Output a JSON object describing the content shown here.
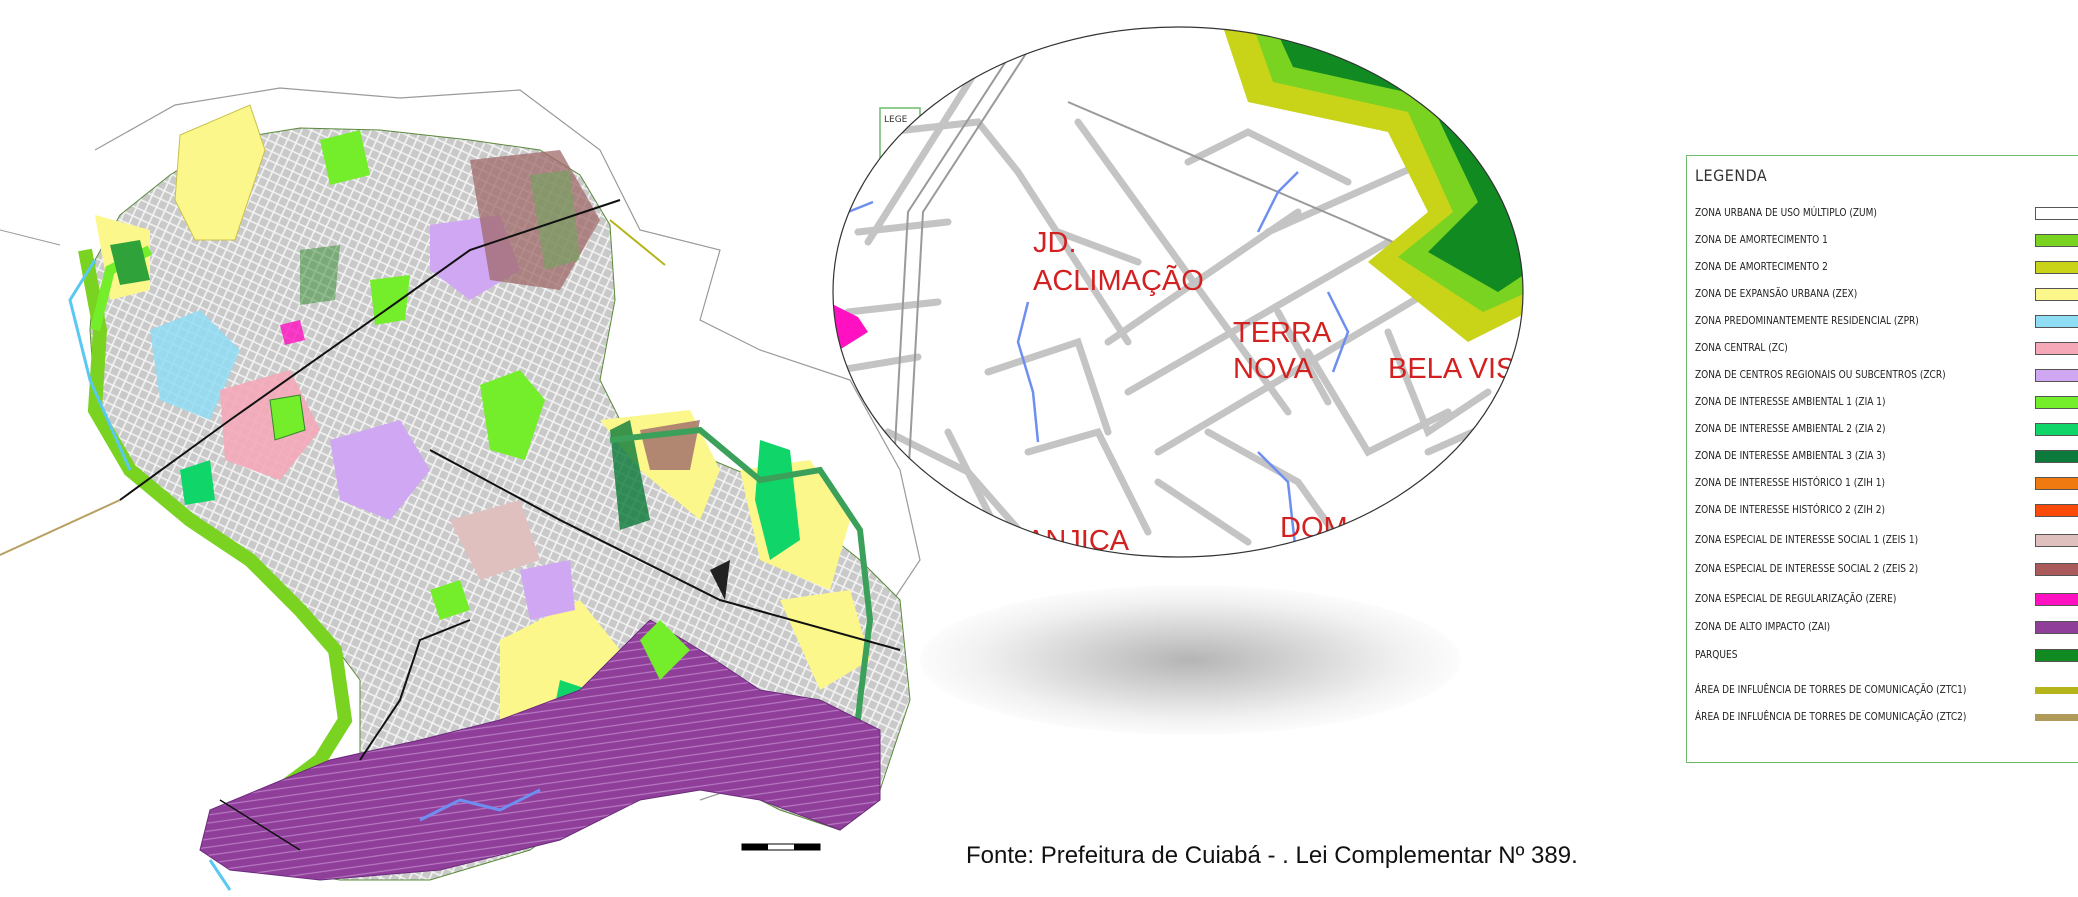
{
  "colors": {
    "zum": "#ffffff",
    "amort1": "#7ad321",
    "amort2": "#c9d318",
    "zex": "#fbf78a",
    "zpr": "#8fdcf5",
    "zc": "#f4a8b8",
    "zcr": "#cfa7f3",
    "zia1": "#74ee2a",
    "zia2": "#10d66a",
    "zia3": "#0b7a3a",
    "zih1": "#f07a10",
    "zih2": "#fa4a0a",
    "zeis1": "#e0bfbf",
    "zeis2": "#aa5a5a",
    "zere": "#ff10c0",
    "zai": "#8f3f9a",
    "parques": "#118a22",
    "ztc1": "#b5b41a",
    "ztc2": "#b09a5a",
    "river": "#6e8ff0",
    "label_red": "#d32121"
  },
  "zoom": {
    "labels": [
      "JD.",
      "ACLIMAÇÃO",
      "TERRA",
      "NOVA",
      "BELA VIS",
      "ANJICA",
      "DOM"
    ]
  },
  "inset_legend_label": "LEGE",
  "legend": {
    "title": "LEGENDA",
    "items": [
      {
        "label": "ZONA URBANA DE USO MÚLTIPLO (ZUM)",
        "color": "zum"
      },
      {
        "label": "ZONA DE AMORTECIMENTO 1",
        "color": "amort1"
      },
      {
        "label": "ZONA DE AMORTECIMENTO 2",
        "color": "amort2"
      },
      {
        "label": "ZONA DE EXPANSÃO URBANA (ZEX)",
        "color": "zex"
      },
      {
        "label": "ZONA PREDOMINANTEMENTE RESIDENCIAL (ZPR)",
        "color": "zpr"
      },
      {
        "label": "ZONA CENTRAL (ZC)",
        "color": "zc"
      },
      {
        "label": "ZONA DE CENTROS REGIONAIS OU SUBCENTROS (ZCR)",
        "color": "zcr"
      },
      {
        "label": "ZONA DE INTERESSE AMBIENTAL 1  (ZIA 1)",
        "color": "zia1"
      },
      {
        "label": "ZONA DE INTERESSE AMBIENTAL 2  (ZIA 2)",
        "color": "zia2"
      },
      {
        "label": "ZONA DE INTERESSE AMBIENTAL 3  (ZIA 3)",
        "color": "zia3"
      },
      {
        "label": "ZONA DE INTERESSE HISTÓRICO 1 (ZIH 1)",
        "color": "zih1"
      },
      {
        "label": "ZONA DE INTERESSE HISTÓRICO 2 (ZIH 2)",
        "color": "zih2"
      },
      {
        "label": "ZONA ESPECIAL DE INTERESSE SOCIAL 1 (ZEIS 1)",
        "color": "zeis1"
      },
      {
        "label": "ZONA ESPECIAL DE INTERESSE SOCIAL 2 (ZEIS 2)",
        "color": "zeis2"
      },
      {
        "label": "ZONA ESPECIAL DE REGULARIZAÇÃO     (ZERE)",
        "color": "zere"
      },
      {
        "label": "ZONA DE ALTO IMPACTO (ZAI)",
        "color": "zai"
      },
      {
        "label": "PARQUES",
        "color": "parques"
      },
      {
        "label": "ÁREA DE INFLUÊNCIA DE TORRES DE COMUNICAÇÃO (ZTC1)",
        "color": "ztc1"
      },
      {
        "label": "ÁREA DE INFLUÊNCIA DE TORRES DE COMUNICAÇÃO (ZTC2)",
        "color": "ztc2"
      }
    ]
  },
  "source": "Fonte: Prefeitura de Cuiabá - . Lei Complementar Nº 389."
}
